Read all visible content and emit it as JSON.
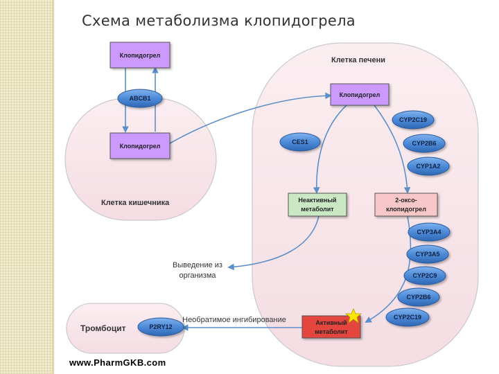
{
  "title": "Схема метаболизма клопидогрела",
  "footer": "www.PharmGKB.com",
  "cells": {
    "liver": "Клетка печени",
    "intestine": "Клетка кишечника",
    "platelet": "Тромбоцит"
  },
  "boxes": {
    "clop_top": "Клопидогрел",
    "clop_intestine": "Клопидогрел",
    "clop_liver": "Клопидогрел",
    "inactive_1": "Неактивный",
    "inactive_2": "метаболит",
    "oxo_1": "2-оксо-",
    "oxo_2": "клопидогрел",
    "active_1": "Активный",
    "active_2": "метаболит"
  },
  "enzymes": {
    "abcb1": "ABCB1",
    "ces1": "CES1",
    "cyp2c19_a": "CYP2C19",
    "cyp2b6_a": "CYP2B6",
    "cyp1a2": "CYP1A2",
    "cyp3a4": "CYP3A4",
    "cyp3a5": "CYP3A5",
    "cyp2c9": "CYP2C9",
    "cyp2b6_b": "CYP2B6",
    "cyp2c19_b": "CYP2C19",
    "p2ry12": "P2RY12"
  },
  "labels": {
    "excretion_1": "Выведение из",
    "excretion_2": "организма",
    "inhibition": "Необратимое ингибирование"
  },
  "colors": {
    "lavender_box": "#cc99ff",
    "green_box": "#cbe8c4",
    "pink_box": "#f9c7c7",
    "red_box": "#e4453e",
    "enzyme": "#4d8bd8",
    "cell_fill": "#f9e7eb",
    "arrow": "#5b8fc9"
  }
}
